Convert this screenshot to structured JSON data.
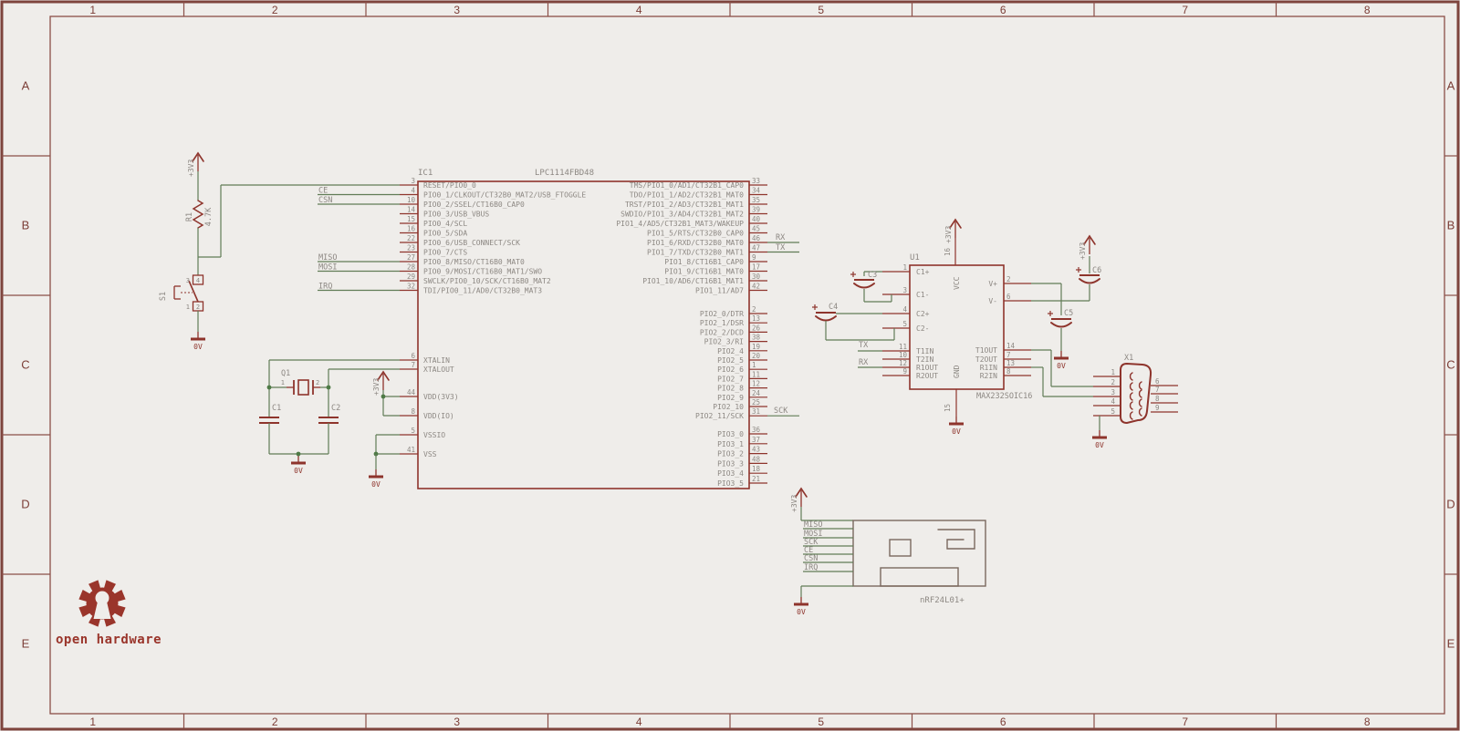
{
  "frame": {
    "top_labels": [
      "1",
      "2",
      "3",
      "4",
      "5",
      "6",
      "7",
      "8"
    ],
    "side_labels": [
      "A",
      "B",
      "C",
      "D",
      "E"
    ]
  },
  "logo": {
    "text": "open hardware"
  },
  "power_nets": {
    "vcc": "+3V3",
    "gnd": "0V"
  },
  "net_labels": {
    "ic1_left": [
      "CE",
      "CSN",
      "MISO",
      "MOSI",
      "IRQ"
    ],
    "rx": "RX",
    "tx": "TX",
    "sck": "SCK"
  },
  "components": {
    "ic1": {
      "ref": "IC1",
      "value": "LPC1114FBD48",
      "left_pins": [
        [
          "3",
          "RESET/PIO0_0"
        ],
        [
          "4",
          "PIO0_1/CLKOUT/CT32B0_MAT2/USB_FTOGGLE"
        ],
        [
          "10",
          "PIO0_2/SSEL/CT16B0_CAP0"
        ],
        [
          "14",
          "PIO0_3/USB_VBUS"
        ],
        [
          "15",
          "PIO0_4/SCL"
        ],
        [
          "16",
          "PIO0_5/SDA"
        ],
        [
          "22",
          "PIO0_6/USB_CONNECT/SCK"
        ],
        [
          "23",
          "PIO0_7/CTS"
        ],
        [
          "27",
          "PIO0_8/MISO/CT16B0_MAT0"
        ],
        [
          "28",
          "PIO0_9/MOSI/CT16B0_MAT1/SWO"
        ],
        [
          "29",
          "SWCLK/PIO0_10/SCK/CT16B0_MAT2"
        ],
        [
          "32",
          "TDI/PIO0_11/AD0/CT32B0_MAT3"
        ]
      ],
      "left_power_pins": [
        [
          "6",
          "XTALIN"
        ],
        [
          "7",
          "XTALOUT"
        ],
        [
          "44",
          "VDD(3V3)"
        ],
        [
          "8",
          "VDD(IO)"
        ],
        [
          "5",
          "VSSIO"
        ],
        [
          "41",
          "VSS"
        ]
      ],
      "right_pins_pio1": [
        [
          "33",
          "TMS/PIO1_0/AD1/CT32B1_CAP0"
        ],
        [
          "34",
          "TDO/PIO1_1/AD2/CT32B1_MAT0"
        ],
        [
          "35",
          "TRST/PIO1_2/AD3/CT32B1_MAT1"
        ],
        [
          "39",
          "SWDIO/PIO1_3/AD4/CT32B1_MAT2"
        ],
        [
          "40",
          "PIO1_4/AD5/CT32B1_MAT3/WAKEUP"
        ],
        [
          "45",
          "PIO1_5/RTS/CT32B0_CAP0"
        ],
        [
          "46",
          "PIO1_6/RXD/CT32B0_MAT0"
        ],
        [
          "47",
          "PIO1_7/TXD/CT32B0_MAT1"
        ],
        [
          "9",
          "PIO1_8/CT16B1_CAP0"
        ],
        [
          "17",
          "PIO1_9/CT16B1_MAT0"
        ],
        [
          "30",
          "PIO1_10/AD6/CT16B1_MAT1"
        ],
        [
          "42",
          "PIO1_11/AD7"
        ]
      ],
      "right_pins_pio2": [
        [
          "2",
          "PIO2_0/DTR"
        ],
        [
          "13",
          "PIO2_1/DSR"
        ],
        [
          "26",
          "PIO2_2/DCD"
        ],
        [
          "38",
          "PIO2_3/RI"
        ],
        [
          "19",
          "PIO2_4"
        ],
        [
          "20",
          "PIO2_5"
        ],
        [
          "1",
          "PIO2_6"
        ],
        [
          "11",
          "PIO2_7"
        ],
        [
          "12",
          "PIO2_8"
        ],
        [
          "24",
          "PIO2_9"
        ],
        [
          "25",
          "PIO2_10"
        ],
        [
          "31",
          "PIO2_11/SCK"
        ]
      ],
      "right_pins_pio3": [
        [
          "36",
          "PIO3_0"
        ],
        [
          "37",
          "PIO3_1"
        ],
        [
          "43",
          "PIO3_2"
        ],
        [
          "48",
          "PIO3_3"
        ],
        [
          "18",
          "PIO3_4"
        ],
        [
          "21",
          "PIO3_5"
        ]
      ]
    },
    "u1": {
      "ref": "U1",
      "value": "MAX232SOIC16",
      "left_pins": [
        [
          "1",
          "C1+"
        ],
        [
          "3",
          "C1-"
        ],
        [
          "4",
          "C2+"
        ],
        [
          "5",
          "C2-"
        ],
        [
          "11",
          "T1IN"
        ],
        [
          "10",
          "T2IN"
        ],
        [
          "12",
          "R1OUT"
        ],
        [
          "9",
          "R2OUT"
        ]
      ],
      "right_pins": [
        [
          "2",
          "V+"
        ],
        [
          "6",
          "V-"
        ],
        [
          "14",
          "T1OUT"
        ],
        [
          "7",
          "T2OUT"
        ],
        [
          "13",
          "R1IN"
        ],
        [
          "8",
          "R2IN"
        ]
      ],
      "top_pin": [
        "16",
        "VCC"
      ],
      "bottom_pin": [
        "15",
        "GND"
      ]
    },
    "x1": {
      "ref": "X1",
      "left_pin_numbers": [
        "1",
        "2",
        "3",
        "4",
        "5"
      ],
      "right_pin_numbers": [
        "6",
        "7",
        "8",
        "9"
      ]
    },
    "nrf_module": {
      "value": "nRF24L01+",
      "signals": [
        "MISO",
        "MOSI",
        "SCK",
        "CE",
        "CSN",
        "IRQ"
      ]
    },
    "r1": {
      "ref": "R1",
      "value": "4.7K"
    },
    "s1": {
      "ref": "S1",
      "pin_numbers": [
        "3",
        "4",
        "1",
        "2"
      ]
    },
    "q1": {
      "ref": "Q1",
      "pin_numbers": [
        "1",
        "2"
      ]
    },
    "c1": {
      "ref": "C1"
    },
    "c2": {
      "ref": "C2"
    },
    "c3": {
      "ref": "C3"
    },
    "c4": {
      "ref": "C4"
    },
    "c5": {
      "ref": "C5"
    },
    "c6": {
      "ref": "C6"
    }
  },
  "colors": {
    "background": "#efedea",
    "frame": "#8a4f48",
    "frame_text": "#7b3d36",
    "symbol": "#8e342c",
    "wire": "#607c56",
    "junction": "#4e7a46",
    "text": "#8d8883",
    "module": "#7a685e",
    "logo": "#9a352b"
  }
}
